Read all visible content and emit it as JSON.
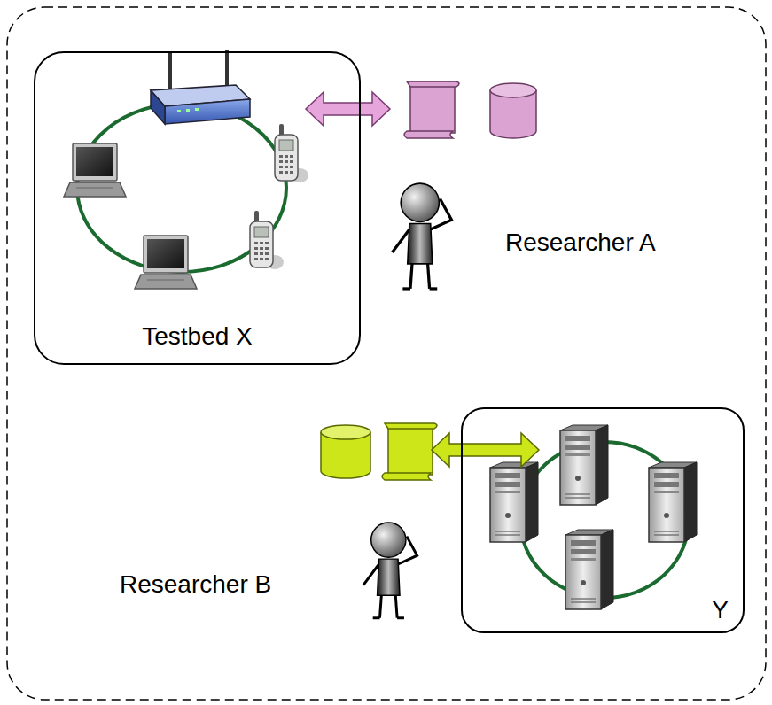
{
  "diagram": {
    "nodes": [
      {
        "text": [
          "Testbed X"
        ]
      },
      {
        "text": [
          "Y"
        ]
      }
    ],
    "labels": [
      "Researcher A",
      "Researcher B"
    ]
  }
}
